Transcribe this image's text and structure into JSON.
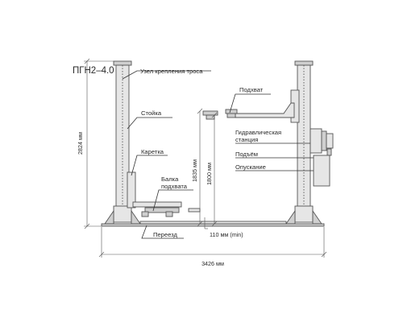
{
  "title": "ПГН2–4.0 (П)",
  "labels": {
    "cable_mount": "Узел крепления троса",
    "column": "Стойка",
    "carriage": "Каретка",
    "arm_beam_line1": "Балка",
    "arm_beam_line2": "подхвата",
    "pickup": "Подхват",
    "hydraulic_line1": "Гидравлическая",
    "hydraulic_line2": "станция",
    "lift": "Подъём",
    "lower": "Опускание",
    "crossover": "Переезд"
  },
  "dimensions": {
    "total_height": "2824 мм",
    "height_1835": "1835 мм",
    "height_1800": "1800 мм",
    "min_height": "110 мм (min)",
    "total_width": "3426 мм"
  },
  "colors": {
    "fill": "#e6e6e6",
    "fill_dark": "#cfcfcf",
    "stroke": "#555555",
    "text": "#2a2a2a"
  }
}
